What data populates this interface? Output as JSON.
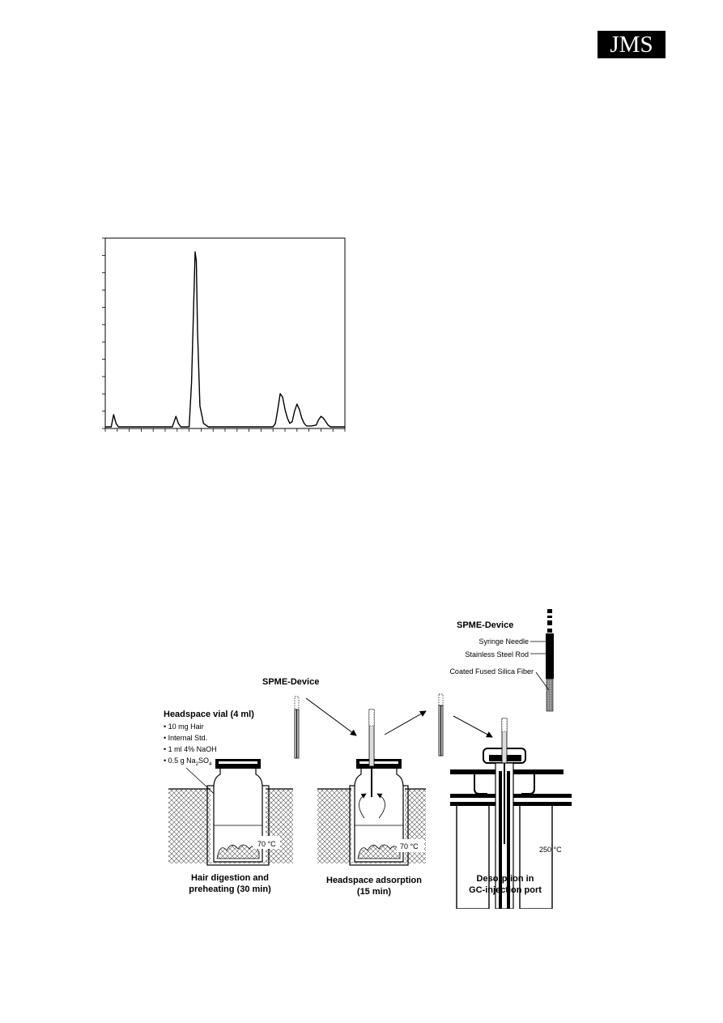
{
  "header": {
    "logo_text": "JMS"
  },
  "chart_data": {
    "type": "line",
    "title": "",
    "xlabel": "",
    "ylabel": "",
    "x_ticks": 20,
    "y_ticks": 11,
    "xlim": [
      0,
      100
    ],
    "ylim": [
      0,
      100
    ],
    "grid": false,
    "series": [
      {
        "x": [
          0,
          2.5,
          3.5,
          4.5,
          5.5,
          7,
          10,
          20,
          28,
          29.5,
          30.5,
          31.5,
          33,
          35,
          36,
          37,
          37.5,
          38,
          38.5,
          39.5,
          41,
          43,
          46,
          50,
          60,
          70,
          71,
          72,
          73,
          74,
          75,
          76,
          77,
          78,
          79,
          80,
          81,
          82,
          83,
          84,
          86,
          88,
          89,
          90,
          91,
          92,
          93,
          94,
          96,
          100
        ],
        "y": [
          0,
          0,
          7,
          2,
          0,
          0,
          0,
          0,
          0,
          6,
          2,
          0,
          0,
          0,
          25,
          75,
          100,
          95,
          55,
          12,
          2,
          0,
          0,
          0,
          0,
          0,
          2,
          10,
          19,
          17,
          10,
          5,
          2,
          3,
          9,
          13,
          10,
          5,
          2,
          0.5,
          0.5,
          1,
          4,
          6,
          5,
          3,
          1,
          0,
          0,
          0
        ]
      }
    ],
    "colors": {
      "line": "#000000",
      "axes": "#000000"
    }
  },
  "diagram": {
    "labels": {
      "spme_device_top": "SPME-Device",
      "syringe_needle": "Syringe Needle",
      "stainless_rod": "Stainless Steel Rod",
      "coated_fiber": "Coated Fused Silica Fiber",
      "spme_device_mid": "SPME-Device",
      "vial_title": "Headspace vial (4 ml)",
      "vial_item_1": "• 10 mg Hair",
      "vial_item_2": "• Internal Std.",
      "vial_item_3": "• 1 ml 4% NaOH",
      "vial_item_4_prefix": "• 0.5 g Na",
      "vial_item_4_sub2": "2",
      "vial_item_4_so": "SO",
      "vial_item_4_sub4": "4",
      "temp_1": "70 °C",
      "temp_2": "70 °C",
      "temp_3": "250 °C",
      "caption_1_line1": "Hair digestion and",
      "caption_1_line2": "preheating (30 min)",
      "caption_2_line1": "Headspace adsorption",
      "caption_2_line2": "(15 min)",
      "caption_3_line1": "Desorption in",
      "caption_3_line2": "GC-injection port"
    }
  }
}
